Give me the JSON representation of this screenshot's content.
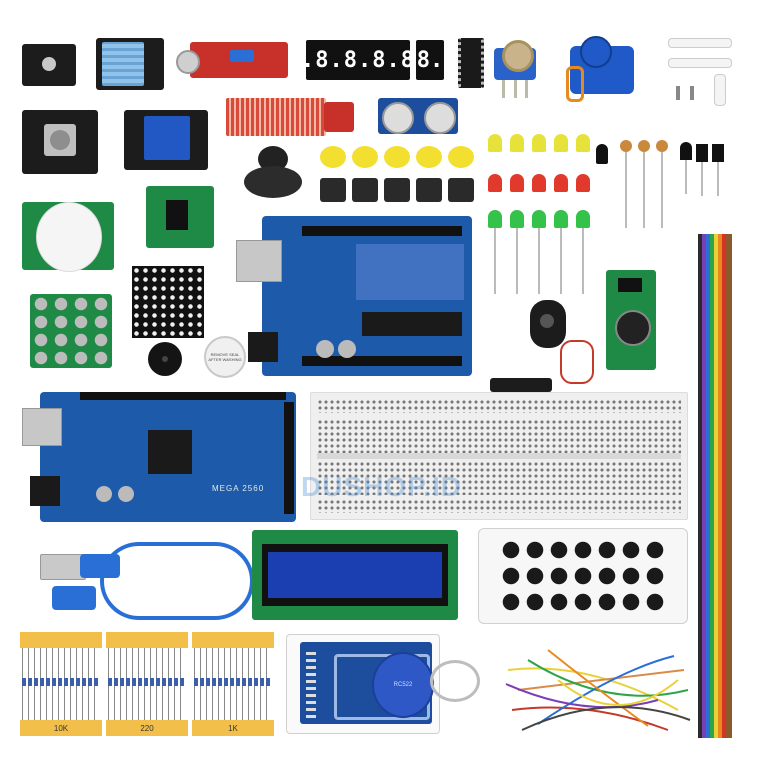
{
  "seven_segment": {
    "digits": "8.8.8.8.8.",
    "single": "8."
  },
  "mega_board": {
    "label": "MEGA 2560"
  },
  "watermark": {
    "text": "DUSHOP.ID"
  },
  "resistor_tapes": [
    {
      "value": "10K"
    },
    {
      "value": "220"
    },
    {
      "value": "1K"
    }
  ],
  "rfid_tag": {
    "label": "RC522"
  },
  "buzzer": {
    "label": "REMOVE SEAL AFTER WASHING"
  },
  "colors": {
    "pcb_blue": "#1d4e9e",
    "pcb_green": "#1f8a45",
    "pcb_red": "#c8302a",
    "resistor_tape": "#f2c04a",
    "lcd_screen": "#1b3fb0",
    "rfid_tag": "#2f58c7"
  }
}
